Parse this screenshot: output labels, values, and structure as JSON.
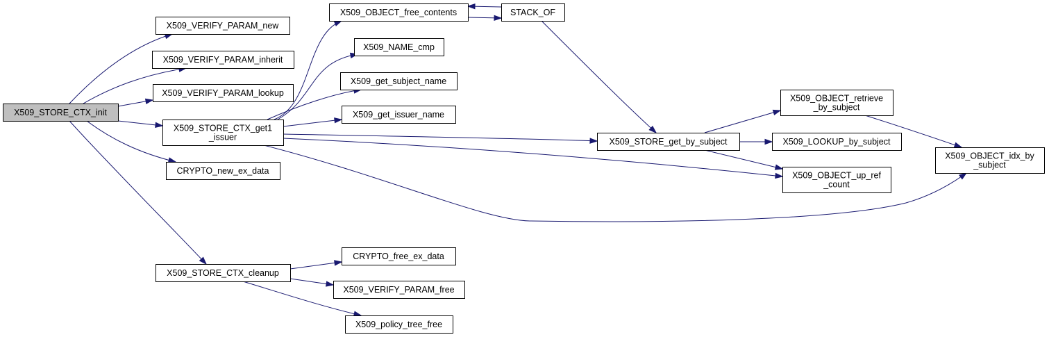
{
  "graph": {
    "nodes": [
      {
        "id": "init",
        "lines": [
          "X509_STORE_CTX_init"
        ],
        "root": true
      },
      {
        "id": "vp_new",
        "lines": [
          "X509_VERIFY_PARAM_new"
        ]
      },
      {
        "id": "vp_inherit",
        "lines": [
          "X509_VERIFY_PARAM_inherit"
        ]
      },
      {
        "id": "vp_lookup",
        "lines": [
          "X509_VERIFY_PARAM_lookup"
        ]
      },
      {
        "id": "get1_issuer",
        "lines": [
          "X509_STORE_CTX_get1",
          "_issuer"
        ]
      },
      {
        "id": "crypto_new",
        "lines": [
          "CRYPTO_new_ex_data"
        ]
      },
      {
        "id": "cleanup",
        "lines": [
          "X509_STORE_CTX_cleanup"
        ]
      },
      {
        "id": "obj_free",
        "lines": [
          "X509_OBJECT_free_contents"
        ]
      },
      {
        "id": "name_cmp",
        "lines": [
          "X509_NAME_cmp"
        ]
      },
      {
        "id": "get_subject",
        "lines": [
          "X509_get_subject_name"
        ]
      },
      {
        "id": "get_issuer",
        "lines": [
          "X509_get_issuer_name"
        ]
      },
      {
        "id": "stack_of",
        "lines": [
          "STACK_OF"
        ]
      },
      {
        "id": "get_by_subject",
        "lines": [
          "X509_STORE_get_by_subject"
        ]
      },
      {
        "id": "retrieve",
        "lines": [
          "X509_OBJECT_retrieve",
          "_by_subject"
        ]
      },
      {
        "id": "lookup_by_subject",
        "lines": [
          "X509_LOOKUP_by_subject"
        ]
      },
      {
        "id": "up_ref",
        "lines": [
          "X509_OBJECT_up_ref",
          "_count"
        ]
      },
      {
        "id": "idx_by_subject",
        "lines": [
          "X509_OBJECT_idx_by",
          "_subject"
        ]
      },
      {
        "id": "crypto_free",
        "lines": [
          "CRYPTO_free_ex_data"
        ]
      },
      {
        "id": "vp_free",
        "lines": [
          "X509_VERIFY_PARAM_free"
        ]
      },
      {
        "id": "policy_free",
        "lines": [
          "X509_policy_tree_free"
        ]
      }
    ],
    "edges": [
      {
        "from": "init",
        "to": "vp_new"
      },
      {
        "from": "init",
        "to": "vp_inherit"
      },
      {
        "from": "init",
        "to": "vp_lookup"
      },
      {
        "from": "init",
        "to": "get1_issuer"
      },
      {
        "from": "init",
        "to": "crypto_new"
      },
      {
        "from": "init",
        "to": "cleanup"
      },
      {
        "from": "get1_issuer",
        "to": "obj_free"
      },
      {
        "from": "get1_issuer",
        "to": "name_cmp"
      },
      {
        "from": "get1_issuer",
        "to": "get_subject"
      },
      {
        "from": "get1_issuer",
        "to": "get_issuer"
      },
      {
        "from": "get1_issuer",
        "to": "get_by_subject"
      },
      {
        "from": "get1_issuer",
        "to": "up_ref"
      },
      {
        "from": "get1_issuer",
        "to": "idx_by_subject"
      },
      {
        "from": "obj_free",
        "to": "stack_of"
      },
      {
        "from": "stack_of",
        "to": "obj_free"
      },
      {
        "from": "stack_of",
        "to": "get_by_subject"
      },
      {
        "from": "get_by_subject",
        "to": "retrieve"
      },
      {
        "from": "get_by_subject",
        "to": "lookup_by_subject"
      },
      {
        "from": "get_by_subject",
        "to": "up_ref"
      },
      {
        "from": "retrieve",
        "to": "idx_by_subject"
      },
      {
        "from": "cleanup",
        "to": "crypto_free"
      },
      {
        "from": "cleanup",
        "to": "vp_free"
      },
      {
        "from": "cleanup",
        "to": "policy_free"
      }
    ]
  }
}
